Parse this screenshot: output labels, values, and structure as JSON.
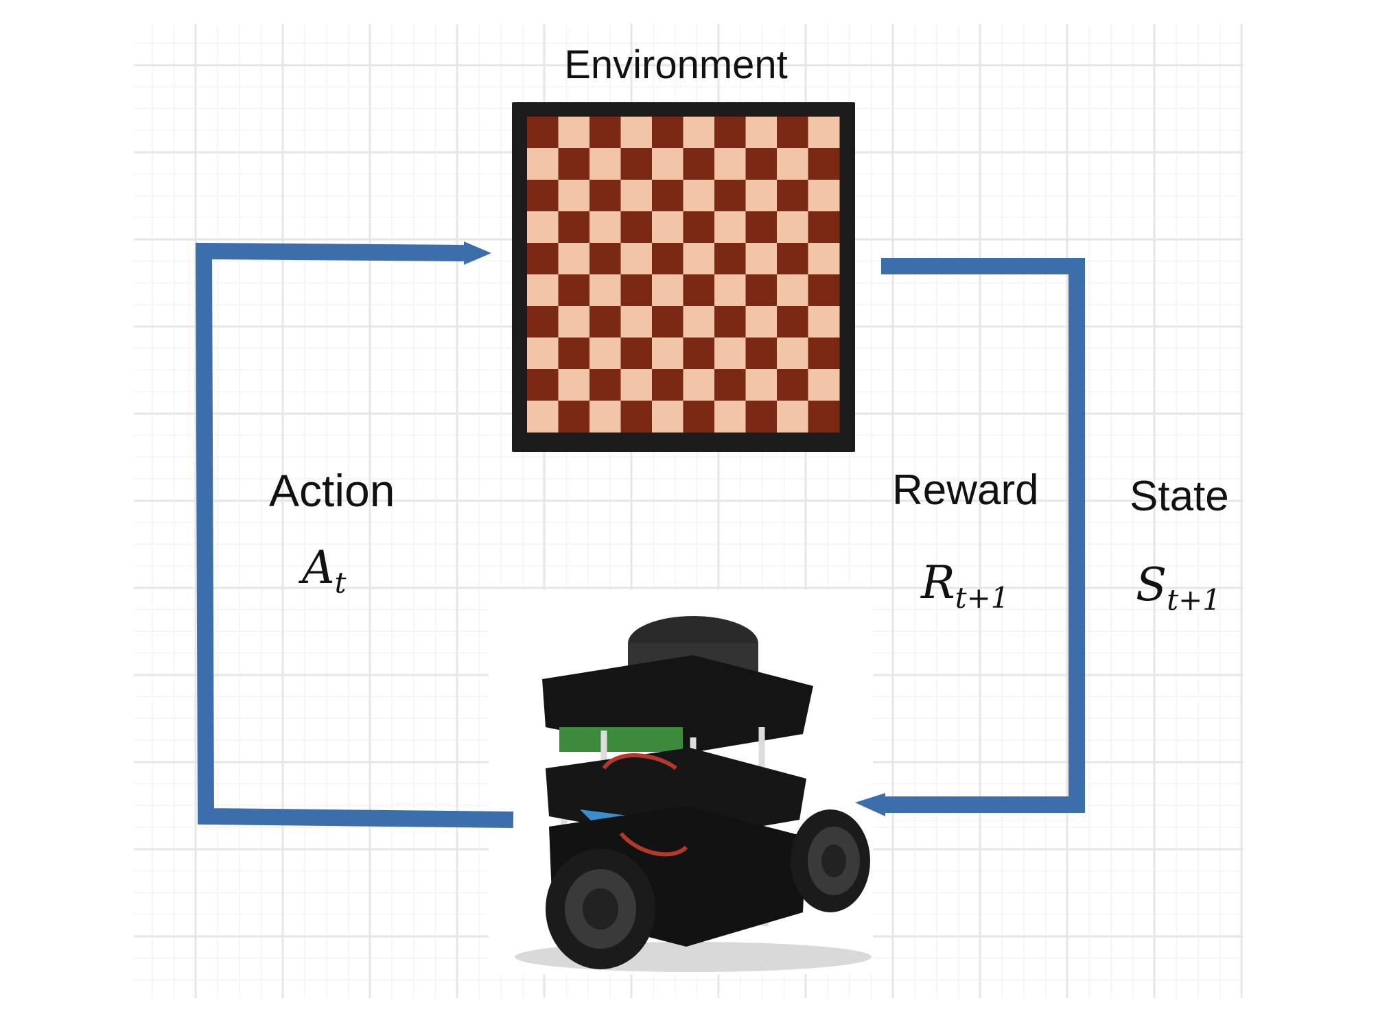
{
  "environment": {
    "title": "Environment",
    "board_rows": 10,
    "board_cols": 10,
    "light_square_color": "#f2c4a8",
    "dark_square_color": "#7a2a14",
    "frame_color": "#1c1c1c"
  },
  "action": {
    "label": "Action",
    "symbol": "A",
    "subscript": "t"
  },
  "reward": {
    "label": "Reward",
    "symbol": "R",
    "subscript": "t+1"
  },
  "state": {
    "label": "State",
    "symbol": "S",
    "subscript": "t+1"
  },
  "agent": {
    "icon": "robot-icon"
  },
  "colors": {
    "arrow": "#3d6eac",
    "grid": "#e6e6e6",
    "text": "#111111"
  }
}
